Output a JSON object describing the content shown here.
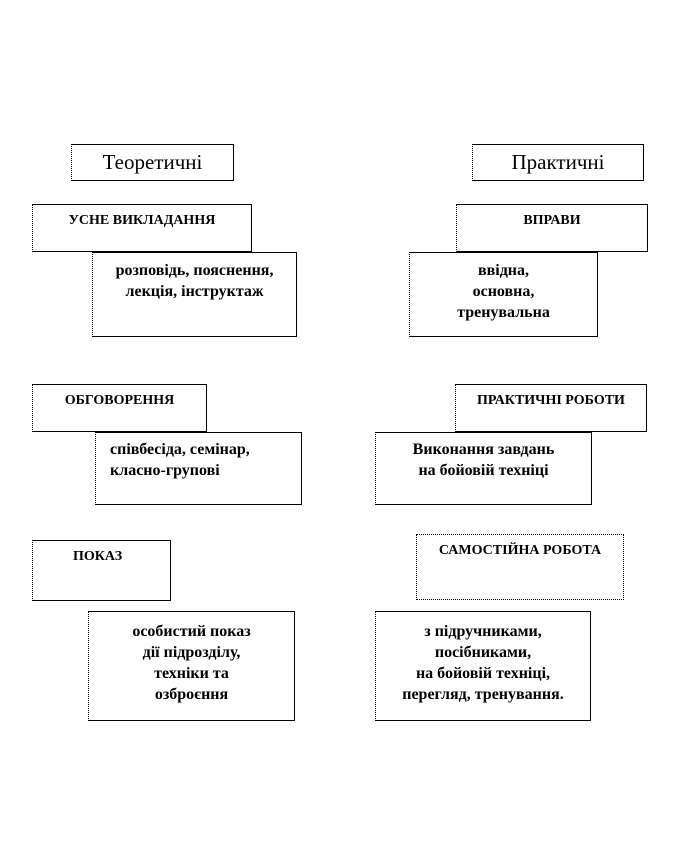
{
  "left": {
    "heading": "Теоретичні",
    "groups": [
      {
        "title": "УСНЕ ВИКЛАДАННЯ",
        "lines": [
          "розповідь, пояснення,",
          "лекція, інструктаж"
        ]
      },
      {
        "title": "ОБГОВОРЕННЯ",
        "lines": [
          "співбесіда,  семінар,",
          "класно-групові"
        ]
      },
      {
        "title": "ПОКАЗ",
        "lines": [
          "особистий показ",
          "дії підрозділу,",
          "техніки  та",
          "озброєння"
        ]
      }
    ]
  },
  "right": {
    "heading": "Практичні",
    "groups": [
      {
        "title": "ВПРАВИ",
        "lines": [
          "ввідна,",
          "основна,",
          "тренувальна"
        ]
      },
      {
        "title": "ПРАКТИЧНІ  РОБОТИ",
        "lines": [
          "Виконання завдань",
          "на бойовій техніці"
        ]
      },
      {
        "title": "САМОСТІЙНА  РОБОТА",
        "lines": [
          "з підручниками,",
          "посібниками,",
          "на бойовій техніці,",
          "перегляд, тренування."
        ]
      }
    ]
  }
}
